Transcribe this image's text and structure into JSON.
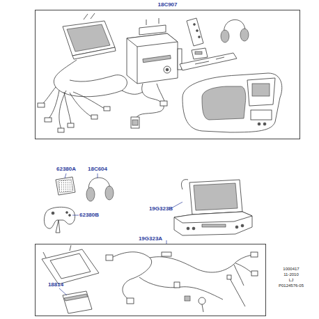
{
  "diagram": {
    "nodes": [
      {
        "text": [
          "18C907"
        ]
      },
      {
        "text": [
          "19G323A"
        ]
      }
    ],
    "labels": [
      "62380A",
      "18C604",
      "19G323B",
      "62380B",
      "18814",
      "1000417",
      "11-2010",
      "LJ",
      "P0124576-05"
    ]
  }
}
